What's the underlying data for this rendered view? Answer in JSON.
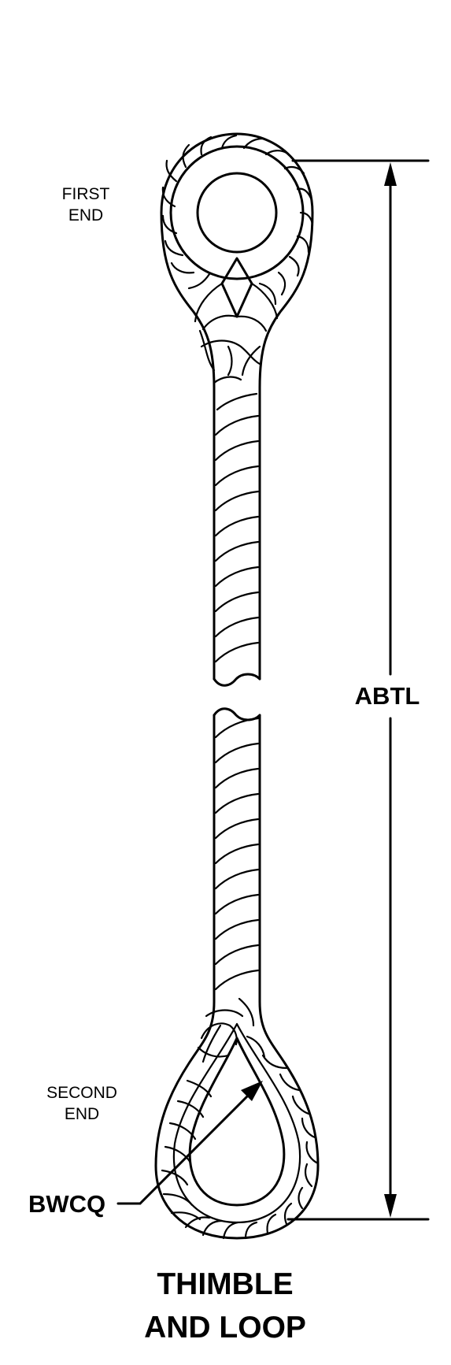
{
  "labels": {
    "first_end_line1": "FIRST",
    "first_end_line2": "END",
    "second_end_line1": "SECOND",
    "second_end_line2": "END",
    "dimension": "ABTL",
    "callout": "BWCQ",
    "title_line1": "THIMBLE",
    "title_line2": "AND LOOP"
  }
}
